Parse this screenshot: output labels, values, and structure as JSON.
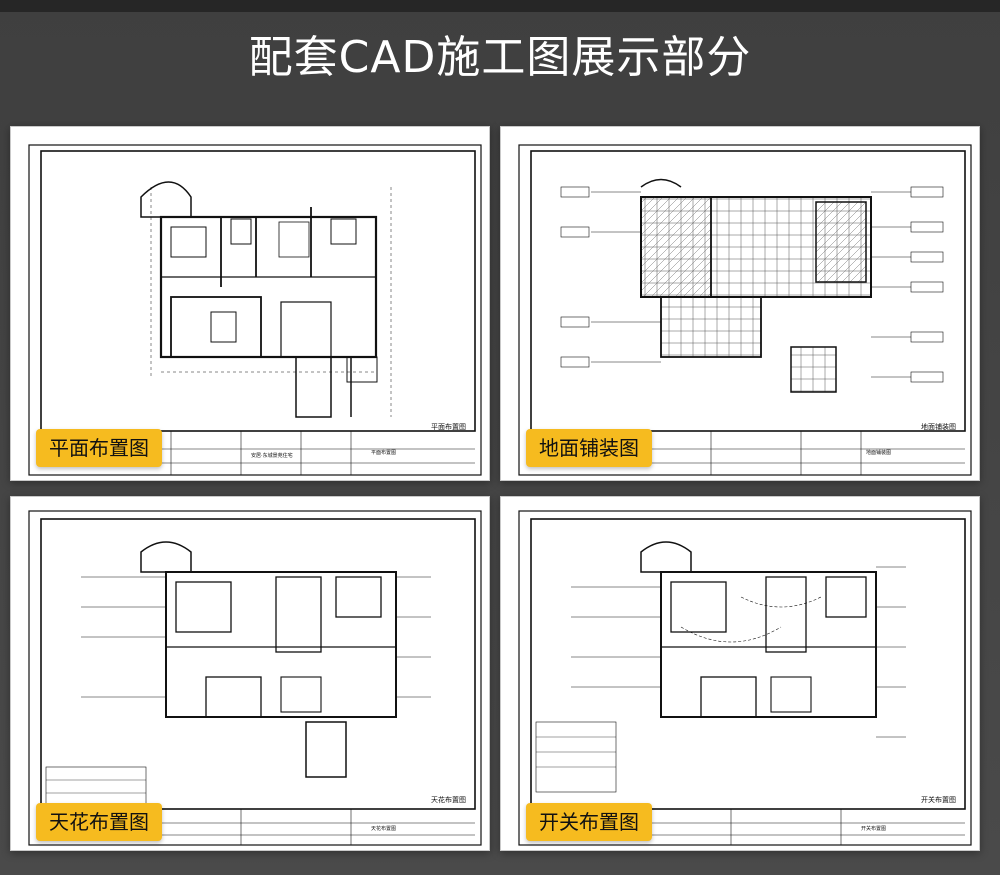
{
  "page_title": "配套CAD施工图展示部分",
  "colors": {
    "background": "#444444",
    "card": "#ffffff",
    "label": "#f6bb1f"
  },
  "cards": [
    {
      "label": "平面布置图",
      "drawing_title": "平面布置图",
      "title_block_text": "平面布置图"
    },
    {
      "label": "地面铺装图",
      "drawing_title": "地面铺装图",
      "title_block_text": "地面铺装图"
    },
    {
      "label": "天花布置图",
      "drawing_title": "天花布置图",
      "title_block_text": "天花布置图"
    },
    {
      "label": "开关布置图",
      "drawing_title": "开关布置图",
      "title_block_text": "开关布置图"
    }
  ],
  "project_name": "安居·东城景苑住宅"
}
